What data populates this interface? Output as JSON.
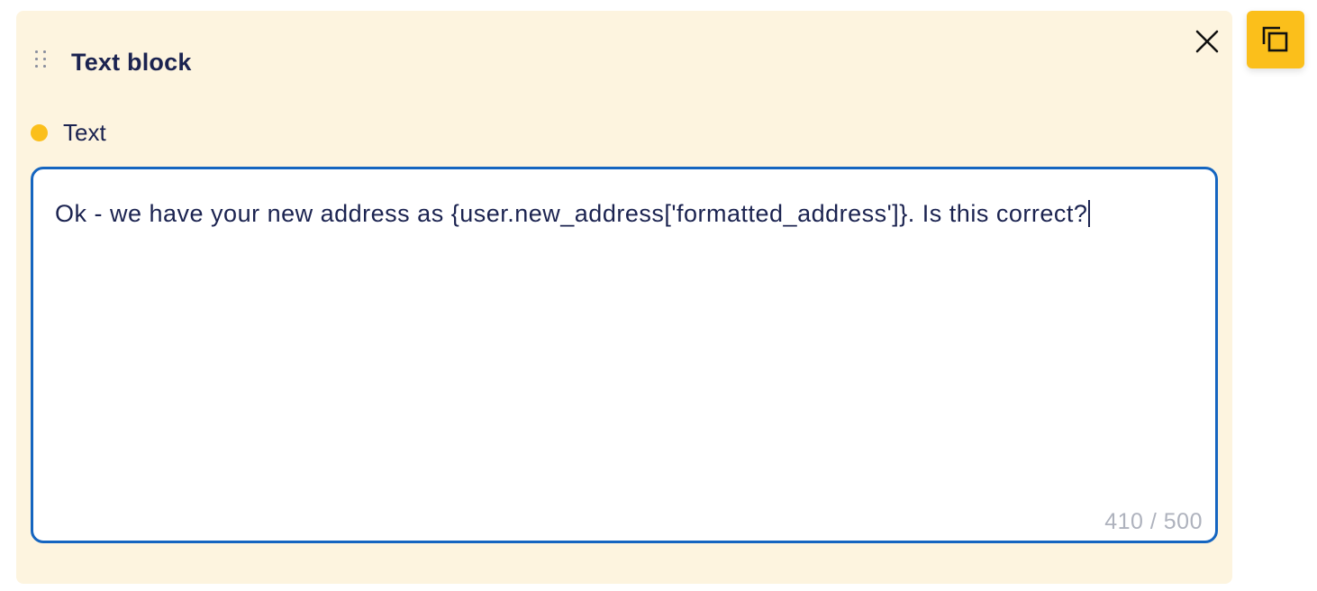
{
  "block": {
    "title": "Text block",
    "field_label": "Text",
    "text_value": "Ok - we have your new address as {user.new_address['formatted_address']}. Is this correct?",
    "char_counter": "410 / 500"
  },
  "icons": {
    "drag": "drag-handle-icon",
    "close": "close-icon",
    "duplicate": "duplicate-icon"
  },
  "colors": {
    "card_background": "#fdf4df",
    "accent_yellow": "#fbbf1b",
    "focus_border": "#1565c0",
    "text_primary": "#1b2350",
    "counter_text": "#aeb2bd"
  }
}
